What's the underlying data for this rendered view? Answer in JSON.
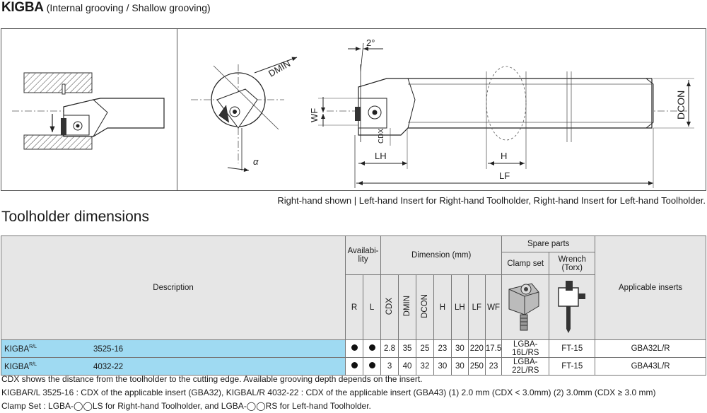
{
  "header": {
    "title": "KIGBA",
    "subtitle": "(Internal grooving / Shallow grooving)"
  },
  "drawing": {
    "labels": {
      "dmin": "DMIN",
      "alpha": "α",
      "angle": "2°",
      "wf": "WF",
      "cdx": "CDX",
      "lh": "LH",
      "h": "H",
      "lf": "LF",
      "dcon": "DCON"
    }
  },
  "caption": "Right-hand shown | Left-hand Insert for Right-hand Toolholder, Right-hand Insert for Left-hand Toolholder.",
  "section_title": "Toolholder dimensions",
  "table": {
    "headers": {
      "description": "Description",
      "availability_line1": "Availabi-",
      "availability_line2": "lity",
      "dimension": "Dimension (mm)",
      "spare_parts": "Spare parts",
      "clamp_set": "Clamp set",
      "wrench": "Wrench (Torx)",
      "applicable_inserts": "Applicable inserts",
      "r": "R",
      "l": "L",
      "cdx": "CDX",
      "dmin": "DMIN",
      "dcon": "DCON",
      "h": "H",
      "lh": "LH",
      "lf": "LF",
      "wf": "WF"
    },
    "rows": [
      {
        "name": "KIGBA",
        "hand_suffix": "R/L",
        "code": "3525-16",
        "r": "●",
        "l": "●",
        "cdx": "2.8",
        "dmin": "35",
        "dcon": "25",
        "h": "23",
        "lh": "30",
        "lf": "220",
        "wf": "17.5",
        "clamp_set": "LGBA-16L/RS",
        "wrench": "FT-15",
        "insert": "GBA32L/R"
      },
      {
        "name": "KIGBA",
        "hand_suffix": "R/L",
        "code": "4032-22",
        "r": "●",
        "l": "●",
        "cdx": "3",
        "dmin": "40",
        "dcon": "32",
        "h": "30",
        "lh": "30",
        "lf": "250",
        "wf": "23",
        "clamp_set": "LGBA-22L/RS",
        "wrench": "FT-15",
        "insert": "GBA43L/R"
      }
    ]
  },
  "notes": [
    "CDX shows the distance from the toolholder to the cutting edge. Available grooving depth depends on the insert.",
    "KIGBAR/L 3525-16 : CDX of the applicable insert (GBA32), KIGBAL/R 4032-22 : CDX of the applicable insert (GBA43) (1) 2.0 mm (CDX < 3.0mm) (2) 3.0mm (CDX ≥ 3.0 mm)",
    "Clamp Set : LGBA-◯◯LS for Right-hand Toolholder, and LGBA-◯◯RS for Left-hand Toolholder."
  ],
  "colors": {
    "row_highlight": "#9fdaf2",
    "header_bg": "#e6e6e6"
  }
}
